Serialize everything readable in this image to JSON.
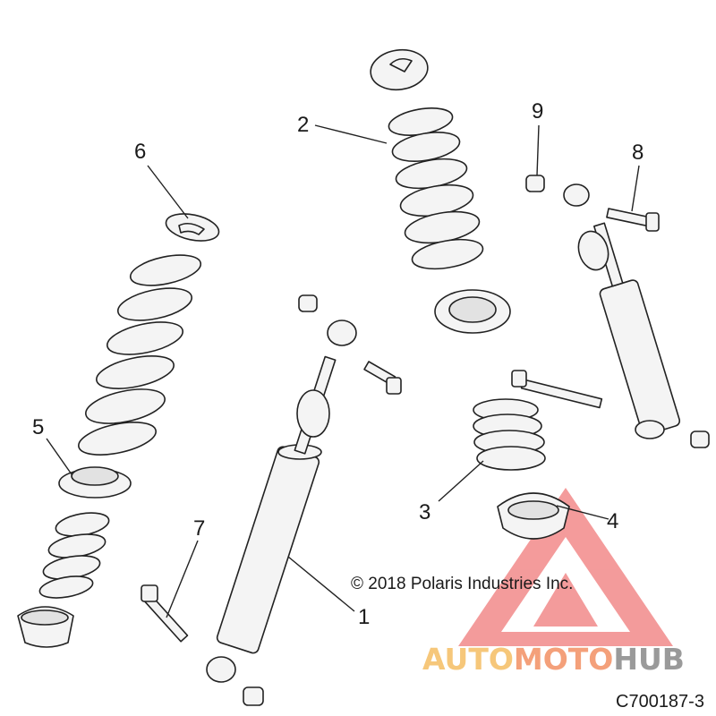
{
  "diagram": {
    "callouts": [
      {
        "id": "1",
        "label": "1"
      },
      {
        "id": "2",
        "label": "2"
      },
      {
        "id": "3",
        "label": "3"
      },
      {
        "id": "4",
        "label": "4"
      },
      {
        "id": "5",
        "label": "5"
      },
      {
        "id": "6",
        "label": "6"
      },
      {
        "id": "7",
        "label": "7"
      },
      {
        "id": "8",
        "label": "8"
      },
      {
        "id": "9",
        "label": "9"
      }
    ],
    "copyright": "© 2018 Polaris Industries Inc.",
    "figure_id": "C700187-3"
  },
  "watermark": {
    "text_auto": "AUTO",
    "text_moto": "MOTO",
    "text_hub": "HUB",
    "colors": {
      "triangle": "#f07a7a",
      "auto": "#f6c77a",
      "moto": "#f4a07a",
      "hub": "#9a9a9a"
    }
  }
}
